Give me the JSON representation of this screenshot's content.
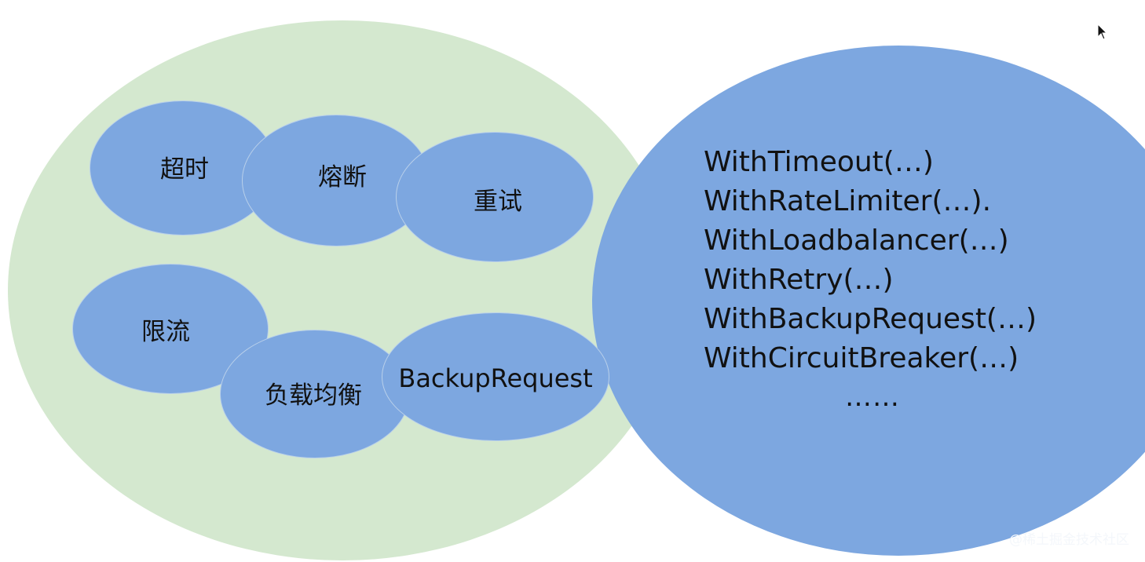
{
  "diagram": {
    "left_group": {
      "items": [
        {
          "label": "超时"
        },
        {
          "label": "熔断"
        },
        {
          "label": "重试"
        },
        {
          "label": "限流"
        },
        {
          "label": "负载均衡"
        },
        {
          "label": "BackupRequest"
        }
      ]
    },
    "right_group": {
      "options": [
        "WithTimeout(…)",
        "WithRateLimiter(…).",
        "WithLoadbalancer(…)",
        "WithRetry(…)",
        "WithBackupRequest(…)",
        "WithCircuitBreaker(…)"
      ],
      "ellipsis": "……"
    }
  },
  "colors": {
    "left_ellipse": "#d4e8cf",
    "right_ellipse": "#7da7e0",
    "bubble": "#7da7e0",
    "text": "#111111"
  },
  "icons": {
    "cursor": "mouse-pointer-icon"
  },
  "watermark": "@稀土掘金技术社区"
}
